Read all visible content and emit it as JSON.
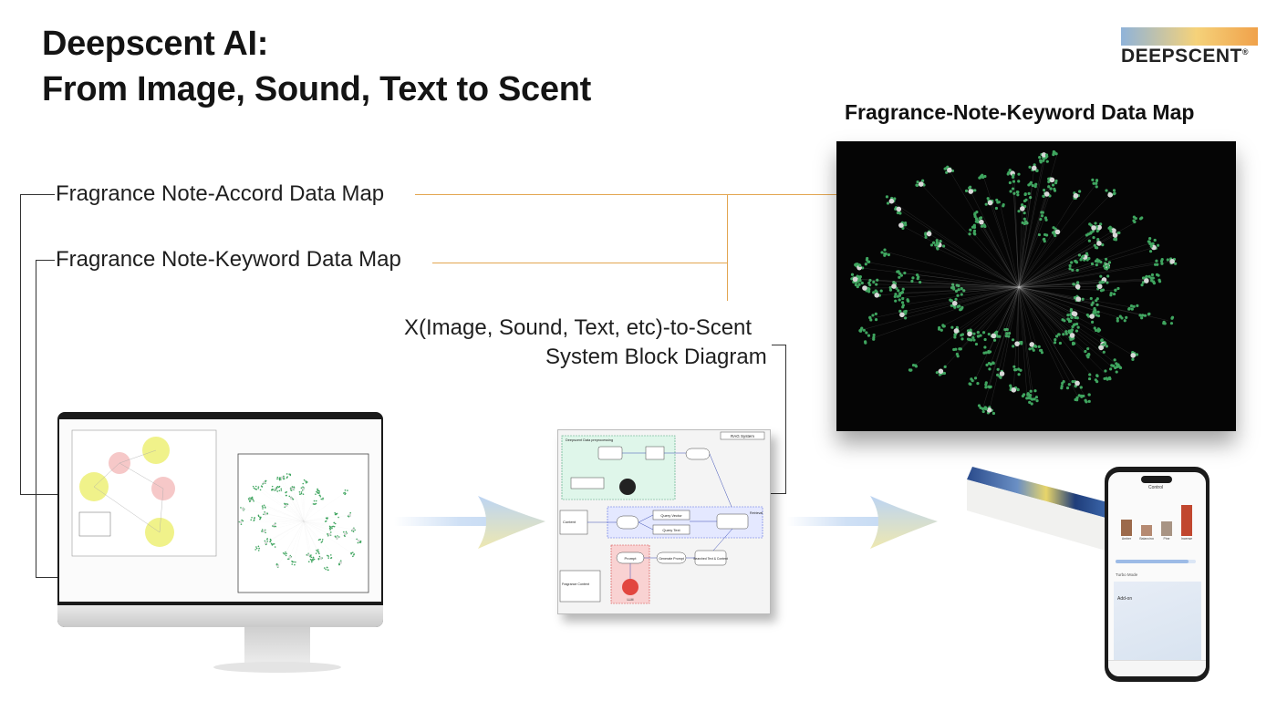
{
  "title": {
    "line1": "Deepscent AI:",
    "line2": "From Image, Sound, Text to Scent"
  },
  "logo": {
    "text": "DEEPSCENT",
    "mark": "®"
  },
  "labels": {
    "accord_map": "Fragrance Note-Accord Data Map",
    "keyword_map": "Fragrance Note-Keyword Data Map",
    "x_to_scent_line1": "X(Image, Sound, Text, etc)-to-Scent",
    "x_to_scent_line2": "System Block Diagram",
    "network_header": "Fragrance-Note-Keyword Data Map"
  },
  "diagram": {
    "rag_system": "RAG System",
    "preprocessing": "Deepscent Data preprocessing",
    "content": "Content",
    "fragrance_content": "Fragrance Content",
    "query_vector": "Query Vector",
    "query_text": "Query Text",
    "prompt": "Prompt",
    "llm": "LLM",
    "generate_prompt": "Generate Prompt",
    "searched": "Searched Text & Content",
    "retrieval": "Retrieval"
  },
  "phone": {
    "header": "Control",
    "bars": [
      "Amber",
      "Balancing",
      "Pine",
      "Incense"
    ],
    "turbo": "Turbo Mode",
    "addon": "Add-on"
  },
  "colors": {
    "gold_line": "#e3a651",
    "network_node": "#3fa55f",
    "arrow": "#c6dbf4"
  }
}
